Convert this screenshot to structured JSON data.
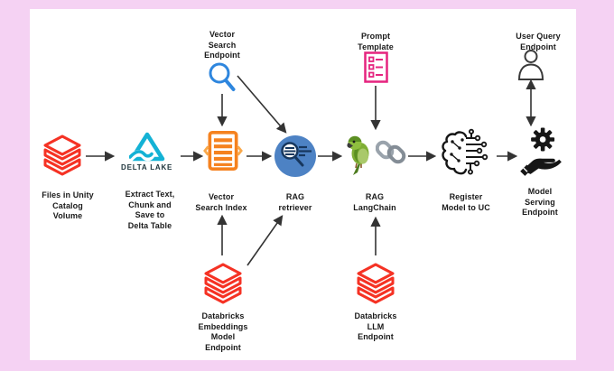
{
  "page": {
    "background_color": "#f5d2f3",
    "canvas_color": "#ffffff"
  },
  "colors": {
    "databricks_red": "#f53224",
    "delta_teal": "#14b2d5",
    "index_orange": "#f5821f",
    "endpoint_blue": "#2e86de",
    "retriever_fill": "#4d82c4",
    "retriever_dark": "#17375e",
    "prompt_pink": "#e5247f",
    "arrow": "#333333"
  },
  "nodes": {
    "files_volume": {
      "icon": "databricks-stack-icon",
      "label_lines": [
        "Files in Unity",
        "Catalog",
        "Volume"
      ]
    },
    "delta_lake": {
      "icon": "delta-lake-icon",
      "logo_text": "DELTA LAKE",
      "label_lines": [
        "Extract Text,",
        "Chunk and",
        "Save to",
        "Delta Table"
      ]
    },
    "vector_search_endpoint": {
      "icon": "magnifier-icon",
      "label_lines": [
        "Vector",
        "Search",
        "Endpoint"
      ]
    },
    "vector_search_index": {
      "icon": "index-list-icon",
      "label_lines": [
        "Vector",
        "Search Index"
      ]
    },
    "rag_retriever": {
      "icon": "retriever-search-icon",
      "label_lines": [
        "RAG",
        "retriever"
      ]
    },
    "prompt_template": {
      "icon": "checklist-icon",
      "label_lines": [
        "Prompt",
        "Template"
      ]
    },
    "rag_langchain": {
      "icon": "parrot-chain-icon",
      "label_lines": [
        "RAG",
        "LangChain"
      ]
    },
    "register_model": {
      "icon": "brain-circuit-icon",
      "label_lines": [
        "Register",
        "Model to UC"
      ]
    },
    "user_query_endpoint": {
      "icon": "person-icon",
      "label_lines": [
        "User Query",
        "Endpoint"
      ]
    },
    "model_serving_endpoint": {
      "icon": "gear-hand-icon",
      "label_lines": [
        "Model",
        "Serving",
        "Endpoint"
      ]
    },
    "databricks_embeddings": {
      "icon": "databricks-stack-icon",
      "label_lines": [
        "Databricks",
        "Embeddings",
        "Model",
        "Endpoint"
      ]
    },
    "databricks_llm": {
      "icon": "databricks-stack-icon",
      "label_lines": [
        "Databricks",
        "LLM",
        "Endpoint"
      ]
    }
  }
}
